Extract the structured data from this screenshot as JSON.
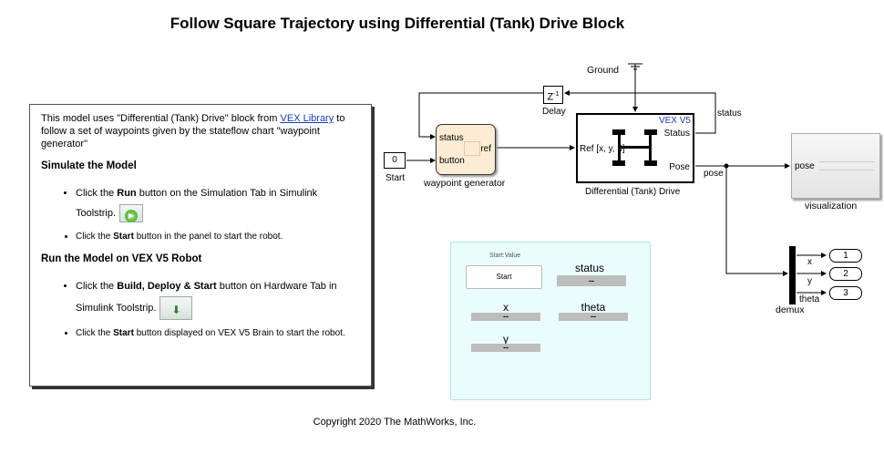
{
  "title": "Follow Square Trajectory using Differential (Tank) Drive Block",
  "annotation": {
    "intro_before_link": "This model uses \"Differential (Tank) Drive\" block from ",
    "intro_link": "VEX Library",
    "intro_after_link": " to follow a set of waypoints given by the stateflow chart \"waypoint generator\"",
    "simulate_heading": "Simulate the Model",
    "sim_step1_pre": "Click the ",
    "sim_step1_bold": "Run",
    "sim_step1_post": " button on the Simulation Tab in Simulink Toolstrip.",
    "sim_step2_pre": "Click the ",
    "sim_step2_bold": "Start",
    "sim_step2_post": " button in the panel to start the robot.",
    "hw_heading": "Run the Model on VEX V5 Robot",
    "hw_step1_pre": "Click the ",
    "hw_step1_bold": "Build, Deploy & Start",
    "hw_step1_post": " button on Hardware Tab in Simulink Toolstrip.",
    "hw_step2_pre": "Click the ",
    "hw_step2_bold": "Start",
    "hw_step2_post": " button displayed on VEX V5 Brain to start the robot."
  },
  "blocks": {
    "start_value": "0",
    "start_label": "Start",
    "waypoint_in_status": "status",
    "waypoint_in_button": "button",
    "waypoint_out_ref": "ref",
    "waypoint_label": "waypoint generator",
    "ground_label": "Ground",
    "delay_text": "Z",
    "delay_exp": "-1",
    "delay_label": "Delay",
    "drive_brand": "VEX V5",
    "drive_in_ref": "Ref [x, y, θ]",
    "drive_out_status": "Status",
    "drive_out_pose": "Pose",
    "drive_label": "Differential (Tank) Drive",
    "status_signal": "status",
    "pose_signal": "pose",
    "viz_in_pose": "pose",
    "viz_label": "visualization",
    "demux_x": "x",
    "demux_y": "y",
    "demux_theta": "theta",
    "demux_label": "demux",
    "out1": "1",
    "out2": "2",
    "out3": "3"
  },
  "dashboard": {
    "button_caption": "Start:Value",
    "button_label": "Start",
    "status_label": "status",
    "status_value": "--",
    "x_label": "x",
    "x_value": "--",
    "theta_label": "theta",
    "theta_value": "--",
    "y_label": "y",
    "y_value": "--"
  },
  "footer": {
    "copyright": "Copyright 2020 The MathWorks, Inc."
  },
  "colors": {
    "link": "#1a3fb4",
    "chart_block_fill": "#fcecd4",
    "dashboard_fill": "#eafcfc"
  }
}
